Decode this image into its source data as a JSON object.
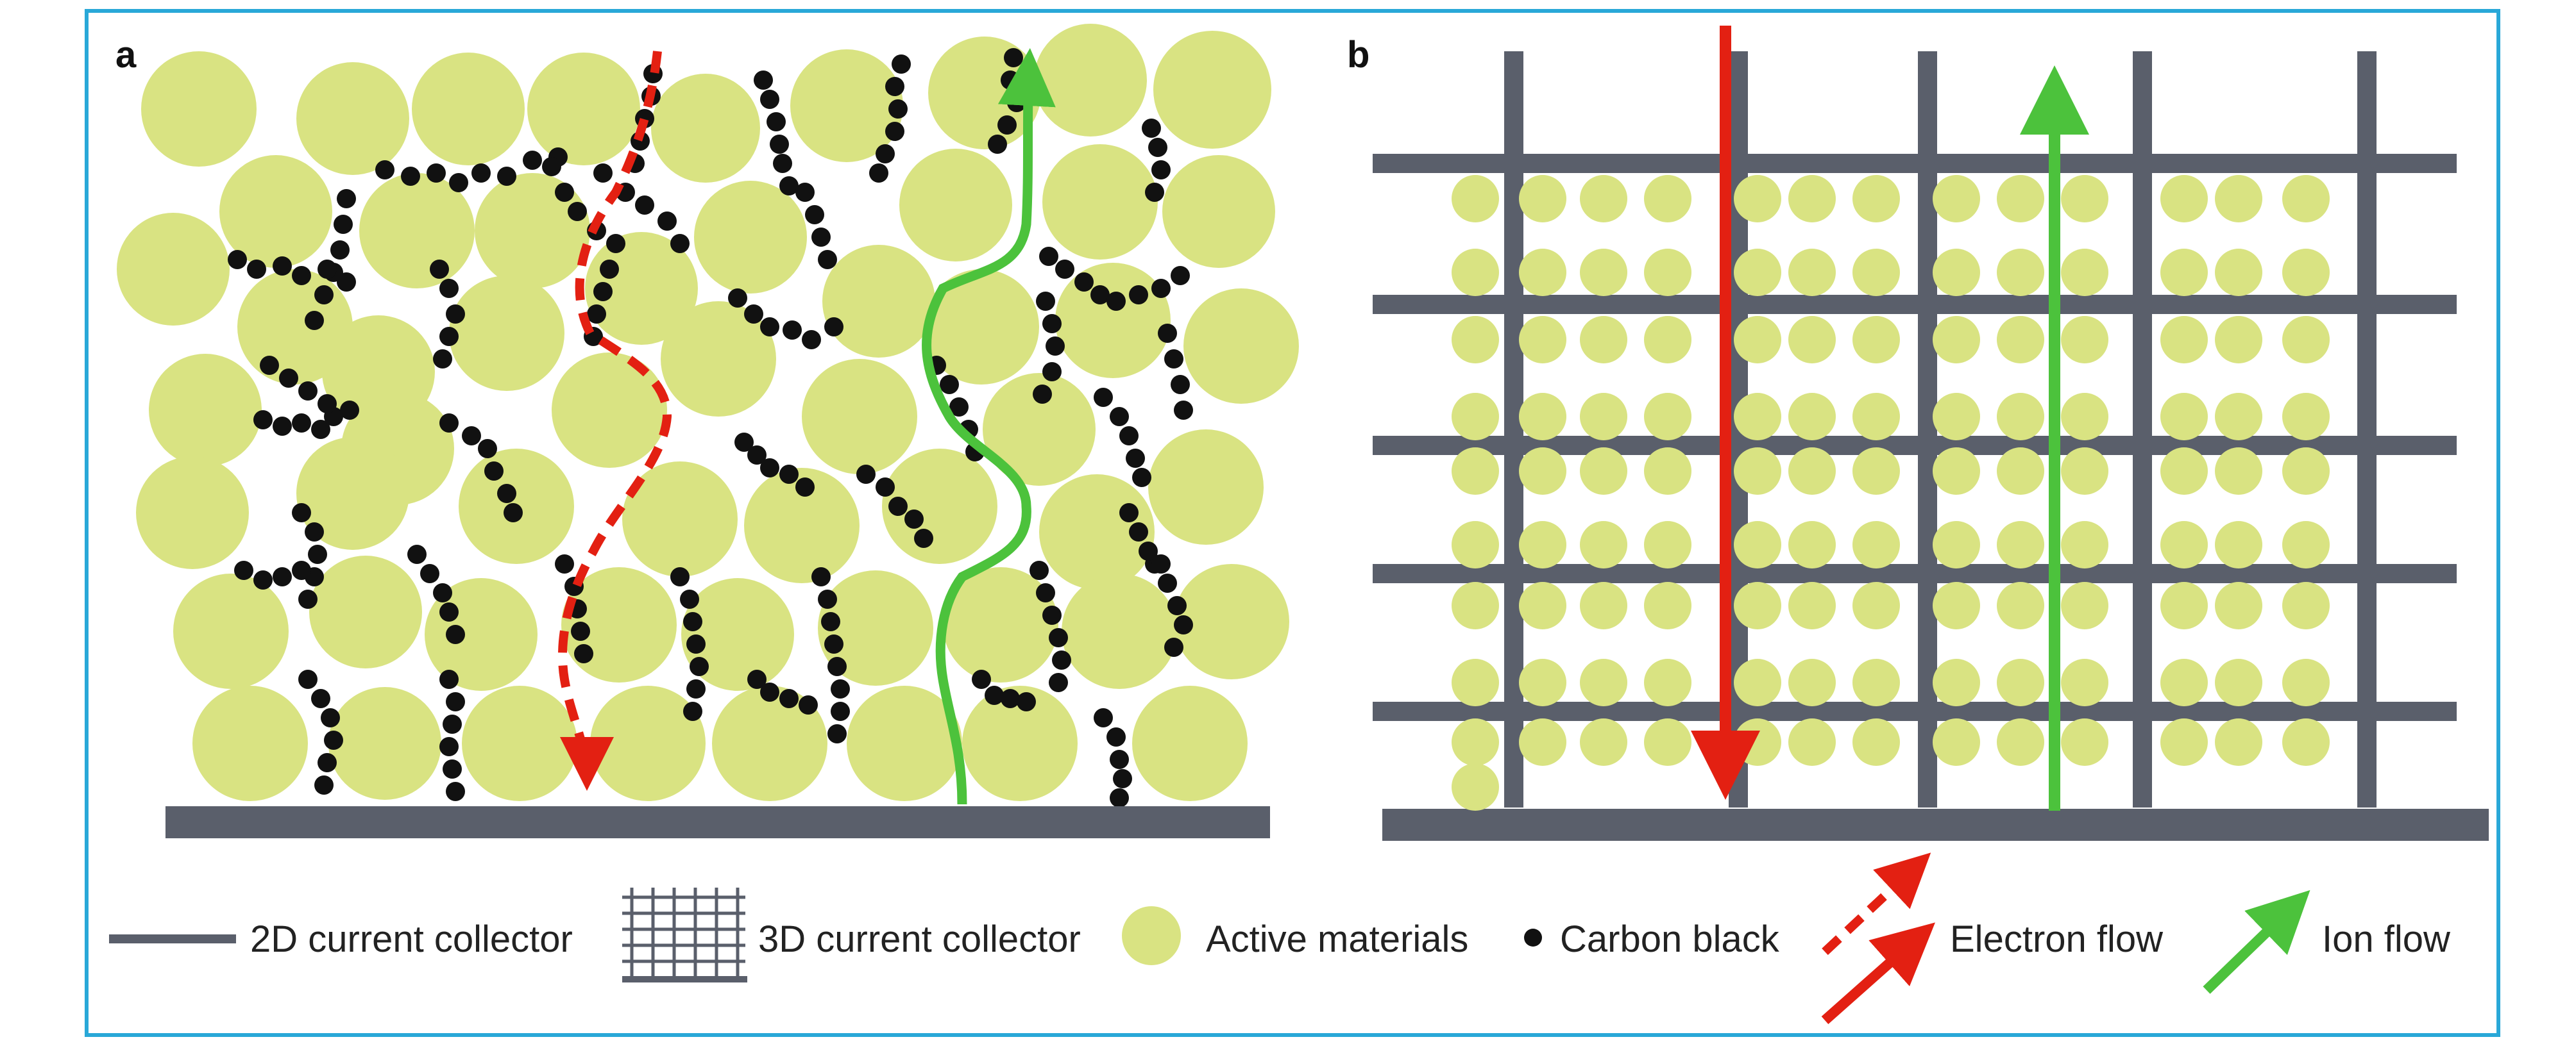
{
  "panels": {
    "a": {
      "letter": "a"
    },
    "b": {
      "letter": "b"
    }
  },
  "legend": {
    "collector_2d": "2D current collector",
    "collector_3d": "3D current collector",
    "active": "Active materials",
    "carbon": "Carbon black",
    "electron": "Electron flow",
    "ion": "Ion flow"
  },
  "colors": {
    "frame": "#29a8d8",
    "collector": "#5a5f6b",
    "active": "#d9e382",
    "carbon": "#111111",
    "electron": "#e32012",
    "ion": "#4cc23c"
  }
}
